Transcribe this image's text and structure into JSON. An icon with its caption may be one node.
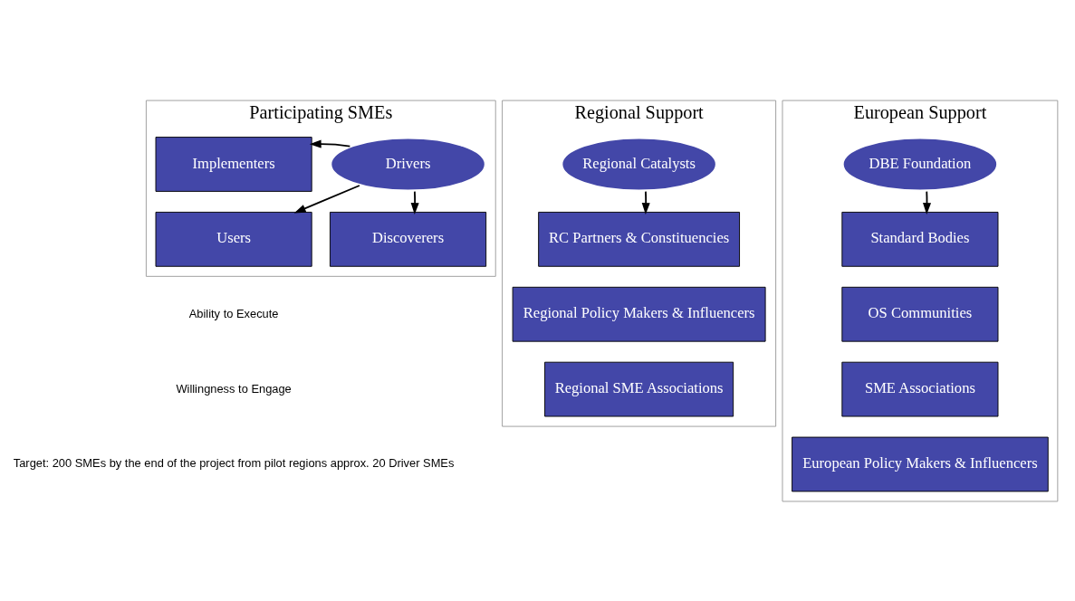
{
  "diagram": {
    "nodes": [
      {
        "text": [
          "Participating SMEs"
        ]
      },
      {
        "text": [
          "Implementers"
        ],
        "in": 0
      },
      {
        "text": [
          "Drivers"
        ],
        "in": 0
      },
      {
        "text": [
          "Users"
        ],
        "in": 0
      },
      {
        "text": [
          "Discoverers"
        ],
        "in": 0
      },
      {
        "text": [
          "Regional Support"
        ]
      },
      {
        "text": [
          "Regional Catalysts"
        ],
        "in": 5
      },
      {
        "text": [
          "RC Partners & Constituencies"
        ],
        "in": 5
      },
      {
        "text": [
          "Regional Policy Makers & Influencers"
        ],
        "in": 5
      },
      {
        "text": [
          "Regional SME Associations"
        ],
        "in": 5
      },
      {
        "text": [
          "European Support"
        ]
      },
      {
        "text": [
          "DBE Foundation"
        ],
        "in": 10
      },
      {
        "text": [
          "Standard Bodies"
        ],
        "in": 10
      },
      {
        "text": [
          "OS Communities"
        ],
        "in": 10
      },
      {
        "text": [
          "SME Associations"
        ],
        "in": 10
      },
      {
        "text": [
          "European Policy Makers & Influencers"
        ],
        "in": 10
      }
    ],
    "edges": [
      {
        "from": 2,
        "to": 1,
        "arrow": "to"
      },
      {
        "from": 2,
        "to": 3,
        "arrow": "to"
      },
      {
        "from": 2,
        "to": 4,
        "arrow": "to"
      },
      {
        "from": 6,
        "to": 7,
        "arrow": "to"
      },
      {
        "from": 11,
        "to": 12,
        "arrow": "to"
      }
    ],
    "labels": [
      "Ability to Execute",
      "Willingness to Engage",
      "Target: 200 SMEs by the end of the project from pilot regions approx. 20 Driver SMEs"
    ]
  }
}
